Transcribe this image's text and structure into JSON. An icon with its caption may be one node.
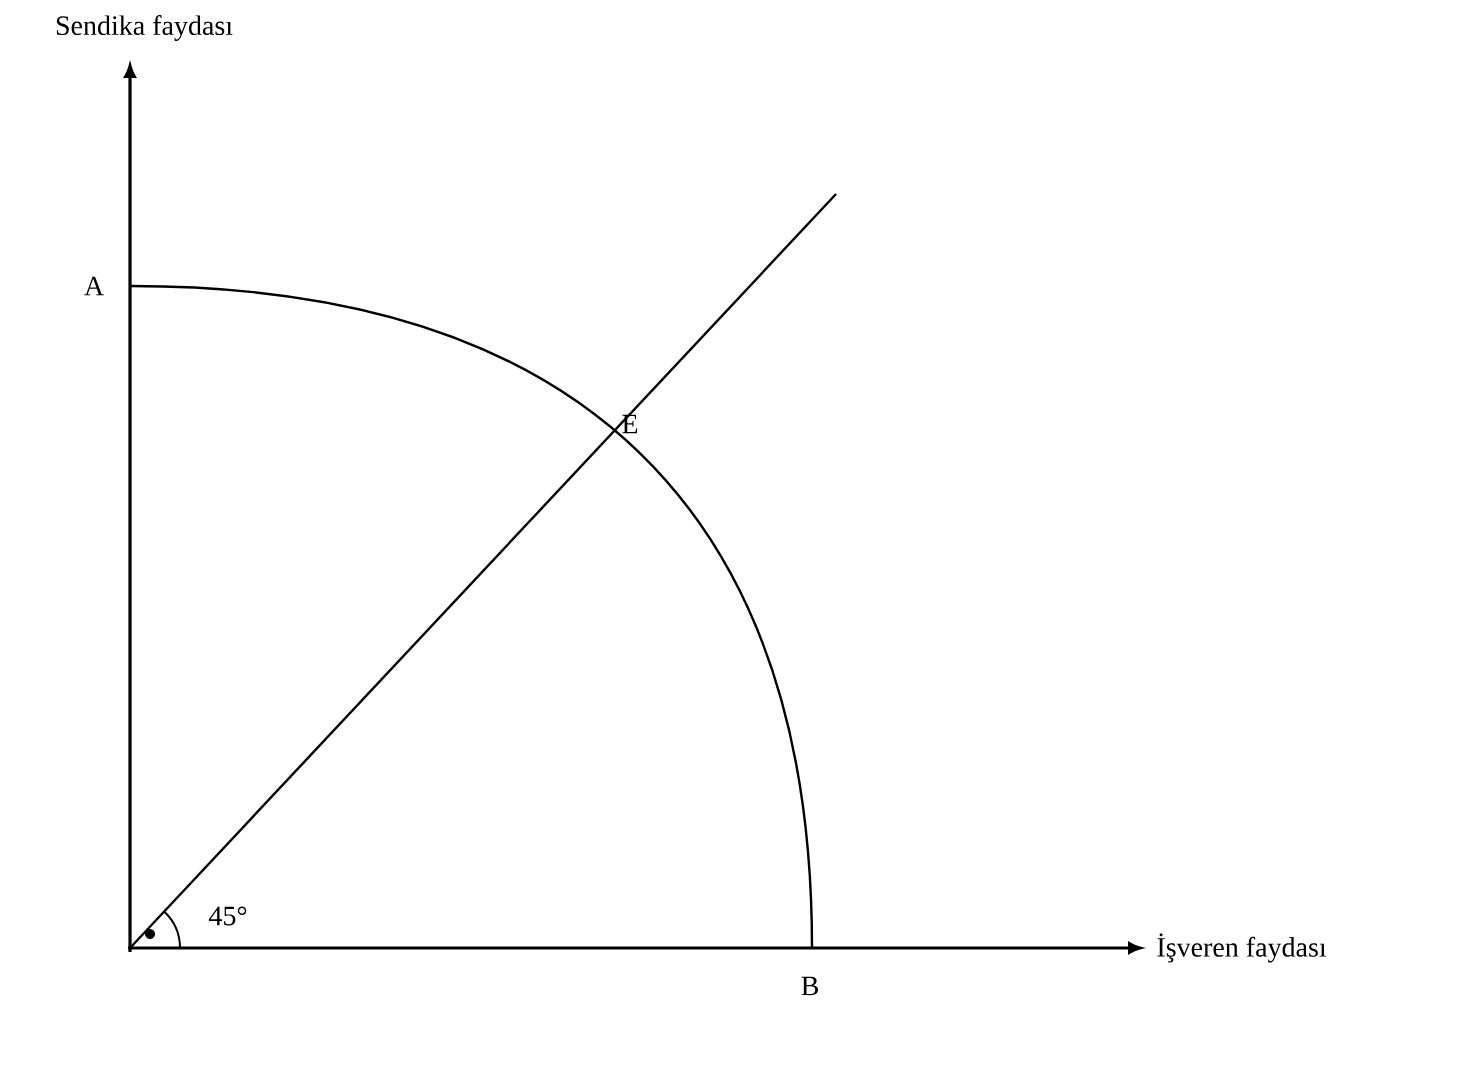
{
  "diagram": {
    "labels": [
      "Sendika faydası",
      "A",
      "E",
      "45°",
      "B",
      "İşveren faydası"
    ]
  }
}
